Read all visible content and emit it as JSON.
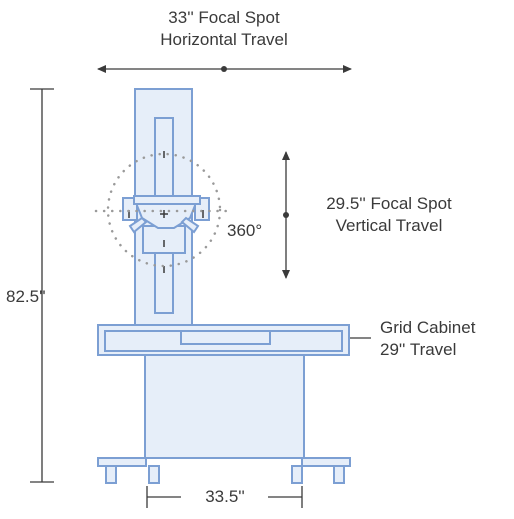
{
  "labels": {
    "horizontal_travel": [
      "33'' Focal Spot",
      "Horizontal Travel"
    ],
    "vertical_travel": [
      "29.5'' Focal Spot",
      "Vertical Travel"
    ],
    "rotation": "360°",
    "height": "82.5''",
    "grid_cabinet": [
      "Grid Cabinet",
      "29'' Travel"
    ],
    "base_width": "33.5''"
  },
  "colors": {
    "equipment_fill": "#e6eef9",
    "equipment_stroke": "#7c9fd3",
    "dimension_line": "#3a3a3a",
    "rotation_circle": "#9a9a9a",
    "text": "#3a3a3a"
  }
}
